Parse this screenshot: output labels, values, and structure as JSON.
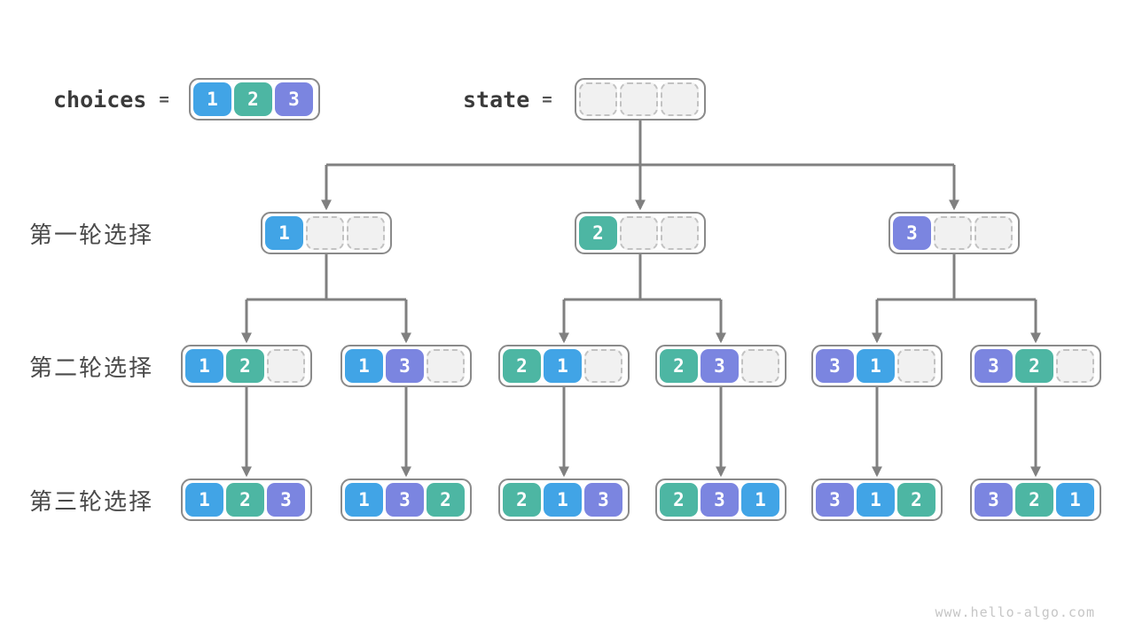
{
  "top": {
    "choices_label": "choices",
    "eq": "=",
    "state_label": "state",
    "choices_values": [
      "1",
      "2",
      "3"
    ],
    "state_slots": 3
  },
  "rows": [
    {
      "label": "第一轮选择",
      "nodes": [
        [
          "1"
        ],
        [
          "2"
        ],
        [
          "3"
        ]
      ]
    },
    {
      "label": "第二轮选择",
      "nodes": [
        [
          "1",
          "2"
        ],
        [
          "1",
          "3"
        ],
        [
          "2",
          "1"
        ],
        [
          "2",
          "3"
        ],
        [
          "3",
          "1"
        ],
        [
          "3",
          "2"
        ]
      ]
    },
    {
      "label": "第三轮选择",
      "nodes": [
        [
          "1",
          "2",
          "3"
        ],
        [
          "1",
          "3",
          "2"
        ],
        [
          "2",
          "1",
          "3"
        ],
        [
          "2",
          "3",
          "1"
        ],
        [
          "3",
          "1",
          "2"
        ],
        [
          "3",
          "2",
          "1"
        ]
      ]
    }
  ],
  "colors": {
    "v1": "#41a4e6",
    "v2": "#4db6a3",
    "v3": "#7b85e0",
    "arrow": "#808080",
    "box_border": "#8a8a8a",
    "empty_fill": "#f1f1f1",
    "empty_border": "#c2c2c2"
  },
  "watermark": "www.hello-algo.com"
}
